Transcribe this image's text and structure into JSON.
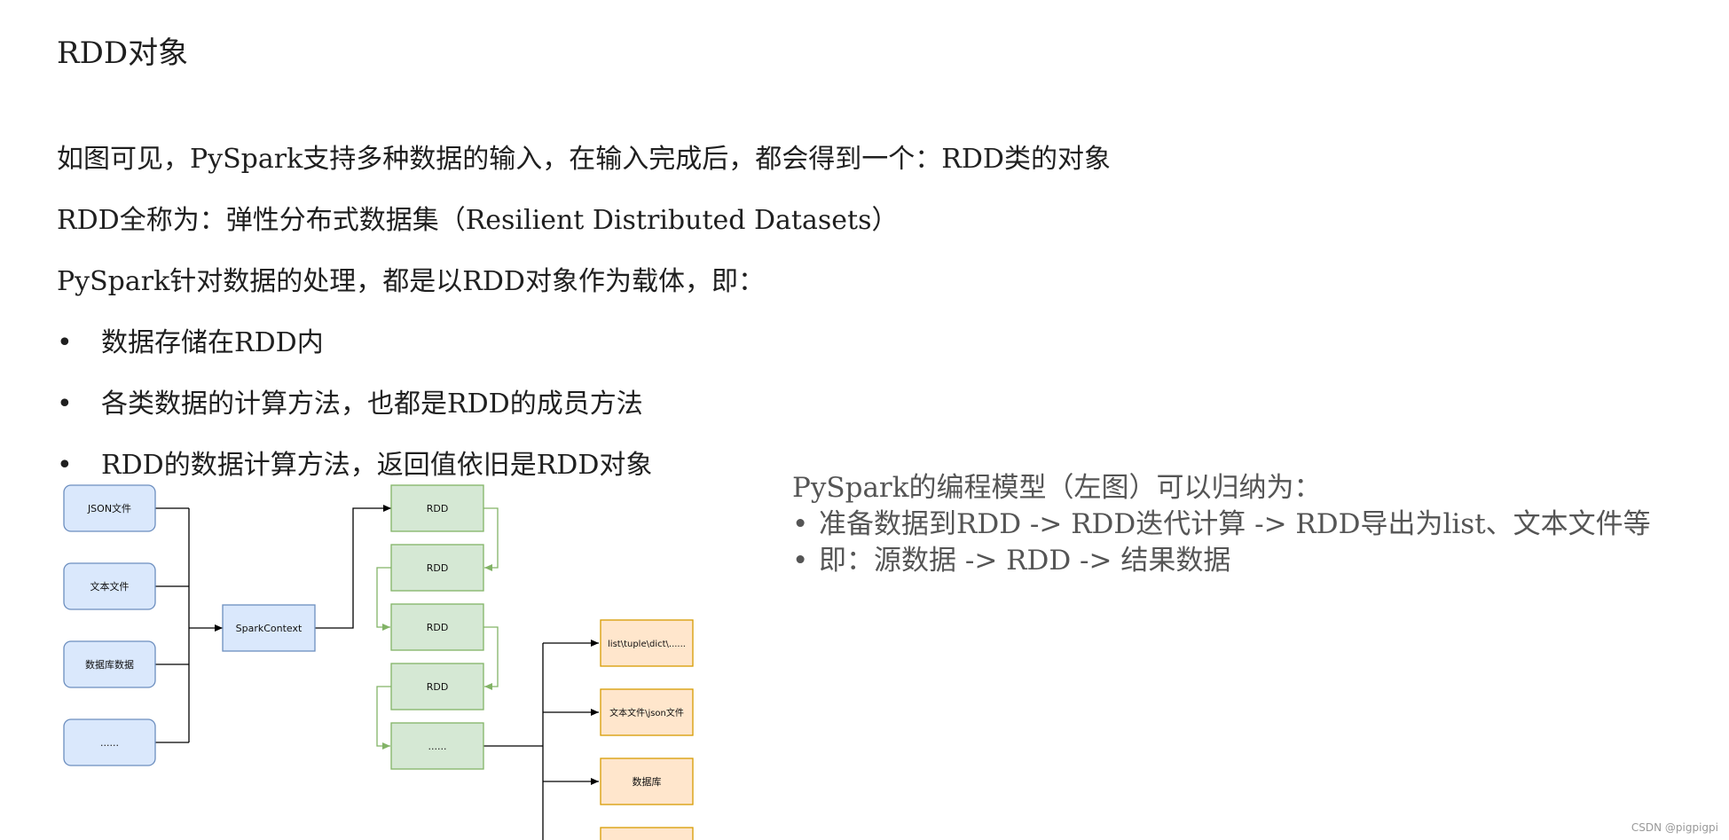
{
  "heading": "RDD对象",
  "paragraphs": [
    "如图可见，PySpark支持多种数据的输入，在输入完成后，都会得到一个：RDD类的对象",
    "RDD全称为：弹性分布式数据集（Resilient Distributed Datasets）",
    "PySpark针对数据的处理，都是以RDD对象作为载体，即："
  ],
  "bullets": [
    "数据存储在RDD内",
    "各类数据的计算方法，也都是RDD的成员方法",
    "RDD的数据计算方法，返回值依旧是RDD对象"
  ],
  "bullet_symbol": "•",
  "summary": {
    "title": "PySpark的编程模型（左图）可以归纳为：",
    "items": [
      "准备数据到RDD -> RDD迭代计算 -> RDD导出为list、文本文件等",
      "即：源数据 -> RDD -> 结果数据"
    ]
  },
  "diagram": {
    "inputs": [
      "JSON文件",
      "文本文件",
      "数据库数据",
      "......"
    ],
    "context": "SparkContext",
    "rdds": [
      "RDD",
      "RDD",
      "RDD",
      "RDD",
      "......"
    ],
    "outputs": [
      "list\\tuple\\dict\\......",
      "文本文件\\json文件",
      "数据库",
      ""
    ],
    "colors": {
      "input_fill": "#dae8fc",
      "input_stroke": "#6c8ebf",
      "rdd_fill": "#d5e8d4",
      "rdd_stroke": "#82b366",
      "output_fill": "#ffe6cc",
      "output_stroke": "#d79b00",
      "line": "#000000",
      "green_line": "#82b366"
    }
  },
  "watermark": "CSDN @pigpigpi"
}
